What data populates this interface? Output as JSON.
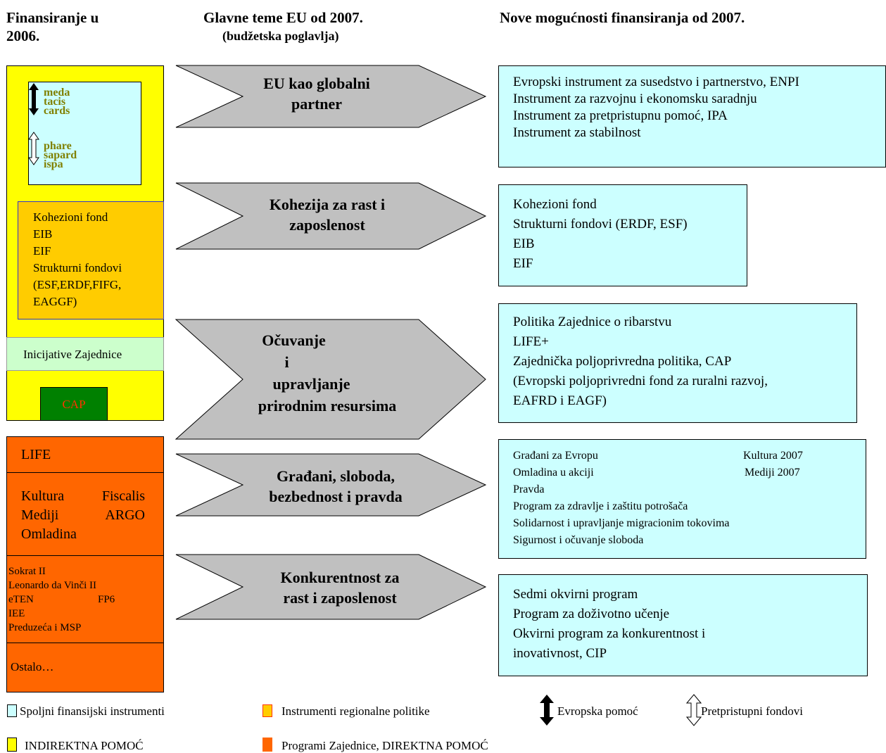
{
  "headers": {
    "col1": [
      "Finansiranje u",
      "2006."
    ],
    "col2_title": "Glavne teme EU od 2007.",
    "col2_sub": "(budžetska poglavlja)",
    "col3": "Nove mogućnosti finansiranja od 2007."
  },
  "left": {
    "top_group_a": [
      "meda",
      "tacis",
      "cards"
    ],
    "top_group_b": [
      "phare",
      "sapard",
      "ispa"
    ],
    "regional": [
      "Kohezioni fond",
      "EIB",
      "EIF",
      "Strukturni fondovi",
      "(ESF,ERDF,FIFG,",
      "EAGGF)"
    ],
    "initiatives": "Inicijative Zajednice",
    "cap": "CAP",
    "life": "LIFE",
    "programs_mid": {
      "r1a": "Kultura",
      "r1b": "Fiscalis",
      "r2a": "Mediji",
      "r2b": "ARGO",
      "r3": "Omladina"
    },
    "programs_small": {
      "l1": "Sokrat II",
      "l2": "Leonardo da Vinči II",
      "l3a": "eTEN",
      "l3b": "FP6",
      "l4": "IEE",
      "l5": "Preduzeća i MSP"
    },
    "other": "Ostalo…"
  },
  "themes": [
    [
      "EU kao globalni",
      "partner"
    ],
    [
      "Kohezija za rast i",
      "zaposlenost"
    ],
    [
      "Očuvanje",
      "i",
      "upravljanje",
      "prirodnim resursima"
    ],
    [
      "Građani, sloboda,",
      "bezbednost i pravda"
    ],
    [
      "Konkurentnost za",
      "rast i zaposlenost"
    ]
  ],
  "right": {
    "b1": [
      "Evropski instrument za susedstvo i partnerstvo, ENPI",
      "Instrument za razvojnu i ekonomsku saradnju",
      "Instrument za pretpristupnu pomoć, IPA",
      "Instrument za stabilnost"
    ],
    "b2": [
      "Kohezioni fond",
      "Strukturni fondovi (ERDF, ESF)",
      "EIB",
      "EIF"
    ],
    "b3": [
      "Politika Zajednice o ribarstvu",
      "LIFE+",
      "Zajednička poljoprivredna politika, CAP",
      "(Evropski poljoprivredni fond za ruralni razvoj,",
      "EAFRD i EAGF)"
    ],
    "b4": {
      "r1a": "Građani za Evropu",
      "r1b": "Kultura 2007",
      "r2a": "Omladina u akciji",
      "r2b": "Mediji 2007",
      "rest": [
        "Pravda",
        "Program za zdravlje i zaštitu potrošača",
        "Solidarnost i upravljanje migracionim tokovima",
        "Sigurnost i očuvanje sloboda"
      ]
    },
    "b5": [
      "Sedmi okvirni program",
      "Program za doživotno učenje",
      "Okvirni program za konkurentnost i",
      "inovativnost, CIP"
    ]
  },
  "legend": {
    "external": "Spoljni finansijski instrumenti",
    "regional": "Instrumenti regionalne politike",
    "european_aid": "Evropska pomoć",
    "preaccession": "Pretpristupni fondovi",
    "indirect": "INDIREKTNA POMOĆ",
    "direct": "Programi Zajednice, DIREKTNA POMOĆ"
  },
  "colors": {
    "yellow": "#FFFF00",
    "orange_regional": "#FFCC00",
    "cyan": "#CCFFFF",
    "light_green": "#CCFFCC",
    "dark_green": "#008000",
    "orange": "#FF6600",
    "gray_arrow": "#C0C0C0",
    "olive_text": "#808000"
  }
}
